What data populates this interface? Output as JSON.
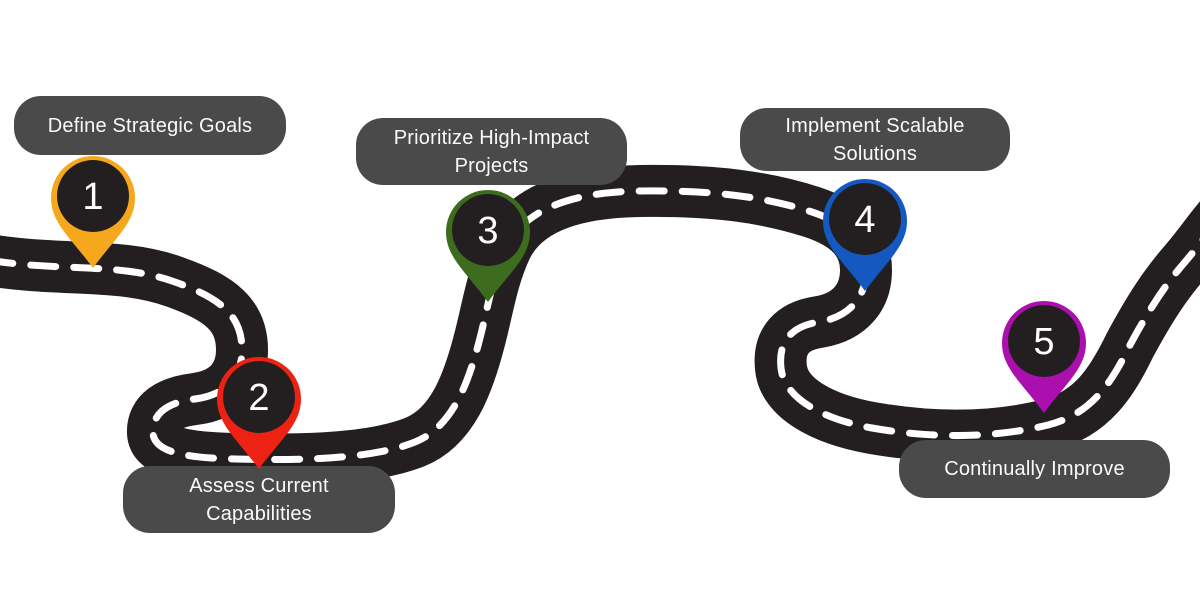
{
  "colors": {
    "background": "#ffffff",
    "road": "#231f20",
    "road_center_line": "#ffffff",
    "bubble_background": "#4a4a4a",
    "bubble_text": "#fafafa",
    "pin_inner_circle": "#231f20",
    "pin_number_text": "#ffffff"
  },
  "steps": [
    {
      "number": "1",
      "label": "Define Strategic Goals",
      "pin_color": "#f6a81c",
      "pin_icon": "map-pin-icon"
    },
    {
      "number": "2",
      "label": "Assess Current Capabilities",
      "pin_color": "#ee2213",
      "pin_icon": "map-pin-icon"
    },
    {
      "number": "3",
      "label": "Prioritize High-Impact Projects",
      "pin_color": "#3e6c1e",
      "pin_icon": "map-pin-icon"
    },
    {
      "number": "4",
      "label": "Implement Scalable Solutions",
      "pin_color": "#1459c1",
      "pin_icon": "map-pin-icon"
    },
    {
      "number": "5",
      "label": "Continually Improve",
      "pin_color": "#ab10ae",
      "pin_icon": "map-pin-icon"
    }
  ]
}
